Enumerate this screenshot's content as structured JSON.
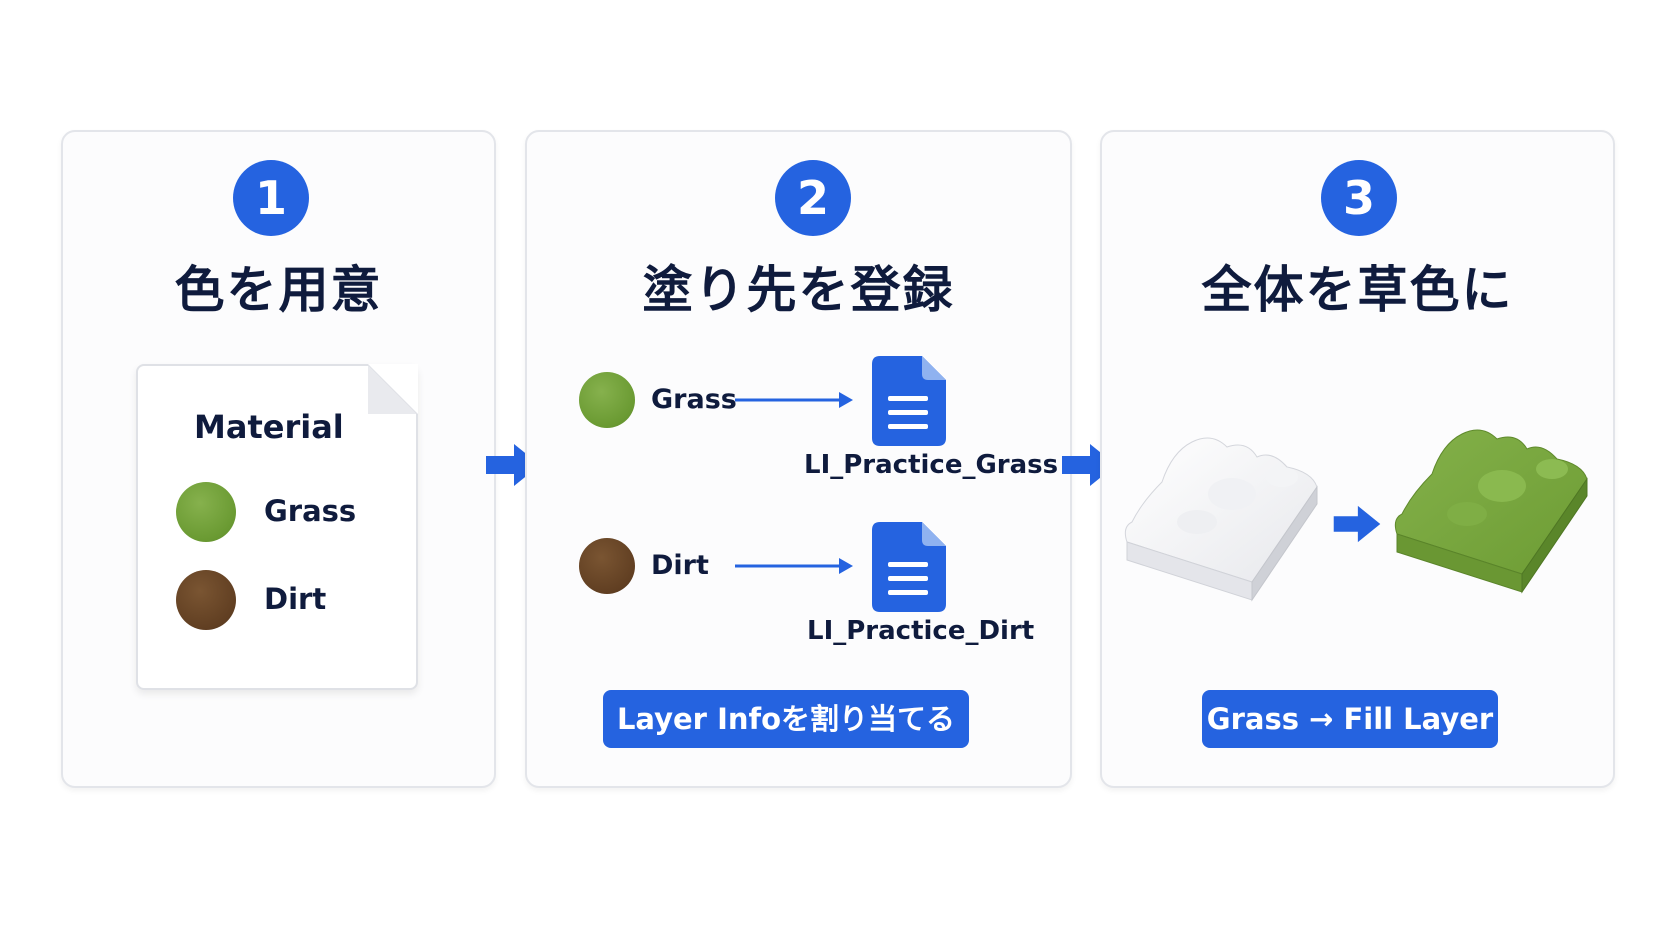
{
  "steps": [
    {
      "number": "1",
      "title": "色を用意"
    },
    {
      "number": "2",
      "title": "塗り先を登録"
    },
    {
      "number": "3",
      "title": "全体を草色に"
    }
  ],
  "material_card": {
    "title": "Material",
    "items": [
      {
        "label": "Grass",
        "color": "#6a9a32"
      },
      {
        "label": "Dirt",
        "color": "#613f22"
      }
    ]
  },
  "register": {
    "rows": [
      {
        "label": "Grass",
        "color": "#6a9a32",
        "layer_info": "LI_Practice_Grass"
      },
      {
        "label": "Dirt",
        "color": "#613f22",
        "layer_info": "LI_Practice_Dirt"
      }
    ],
    "button_label": "Layer Infoを割り当てる"
  },
  "fill": {
    "button_label": "Grass → Fill Layer"
  },
  "colors": {
    "accent": "#2563e0",
    "grass": "#6a9a32",
    "dirt": "#613f22",
    "title_text": "#0f1b3d"
  },
  "icons": [
    "arrow-right-icon",
    "document-icon",
    "terrain-white-icon",
    "terrain-grass-icon"
  ]
}
